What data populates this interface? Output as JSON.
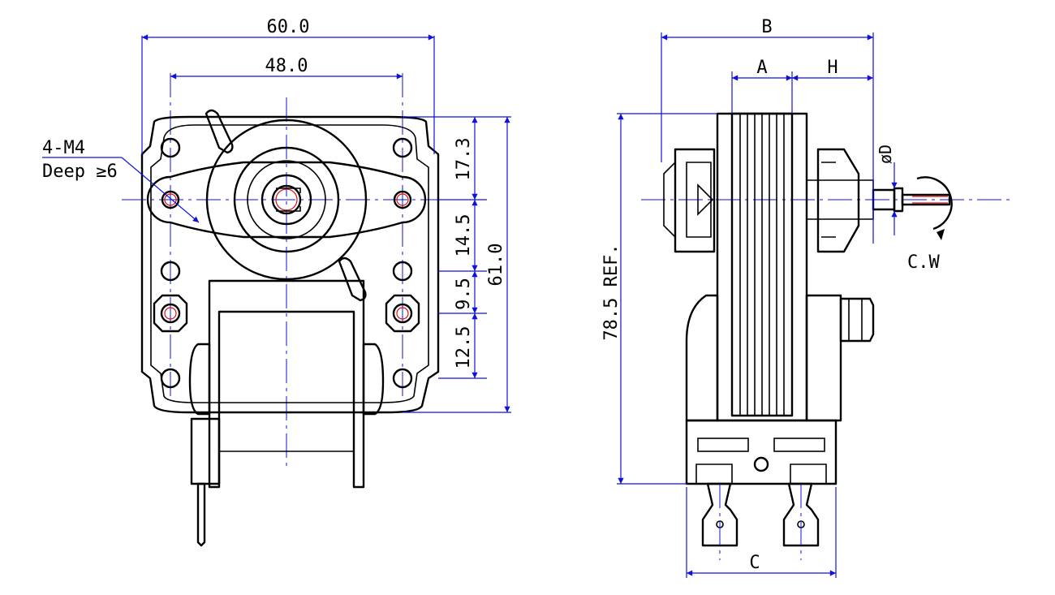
{
  "front_view": {
    "dim_overall_width": "60.0",
    "dim_hole_spacing": "48.0",
    "dim_hole_top_offset": "17.3",
    "dim_hole_shaft_offset": "14.5",
    "dim_hole_mid_gap": "9.5",
    "dim_hole_bottom_gap": "12.5",
    "dim_overall_height": "61.0",
    "callout_thread": "4-M4",
    "callout_depth": "Deep ≥6"
  },
  "side_view": {
    "dim_overall_depth": "B",
    "dim_core_width": "A",
    "dim_shaft_length": "H",
    "dim_shaft_diameter": "øD",
    "dim_overall_height": "78.5 REF.",
    "dim_terminal_span": "C",
    "rotation_direction": "C.W"
  },
  "colors": {
    "part_lines": "#000000",
    "dimension_lines": "#1010e0",
    "thread_marks": "#e01010"
  }
}
